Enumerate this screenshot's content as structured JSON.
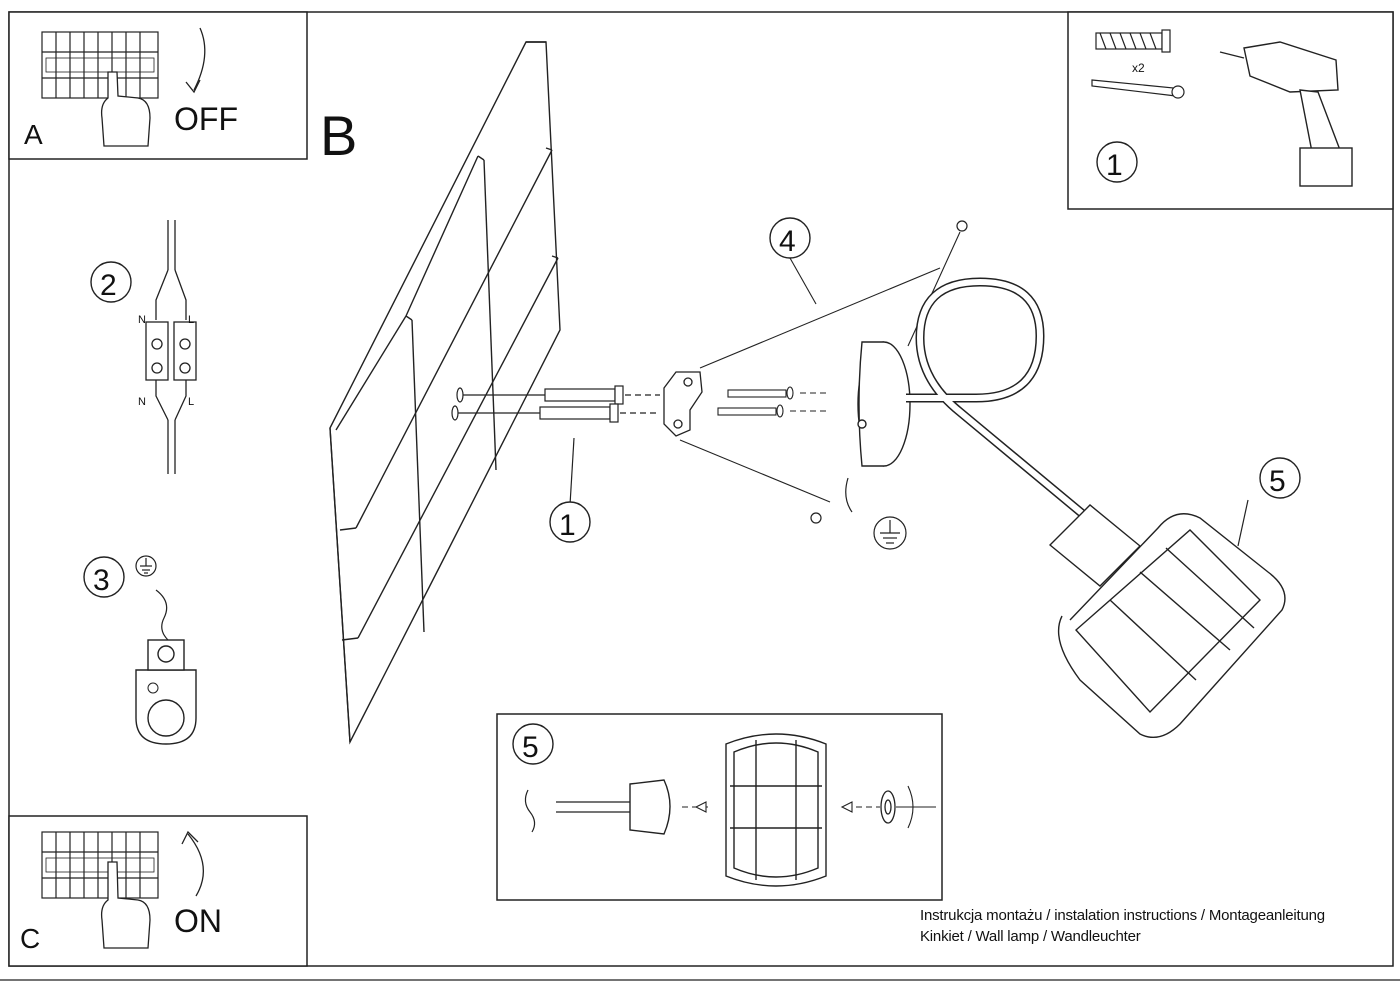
{
  "panel_a": {
    "letter": "A",
    "action": "OFF"
  },
  "panel_b": {
    "letter": "B"
  },
  "panel_c": {
    "letter": "C",
    "action": "ON"
  },
  "steps": {
    "s1_top": "1",
    "s1_main": "1",
    "s2": "2",
    "s3": "3",
    "s4": "4",
    "s5_main": "5",
    "s5_inset": "5"
  },
  "tools": {
    "quantity": "x2"
  },
  "wiring": {
    "n_top": "N",
    "l_top": "L",
    "n_bottom": "N",
    "l_bottom": "L"
  },
  "footer": {
    "line1": "Instrukcja montażu / instalation instructions / Montageanleitung",
    "line2": "Kinkiet / Wall lamp / Wandleuchter"
  }
}
